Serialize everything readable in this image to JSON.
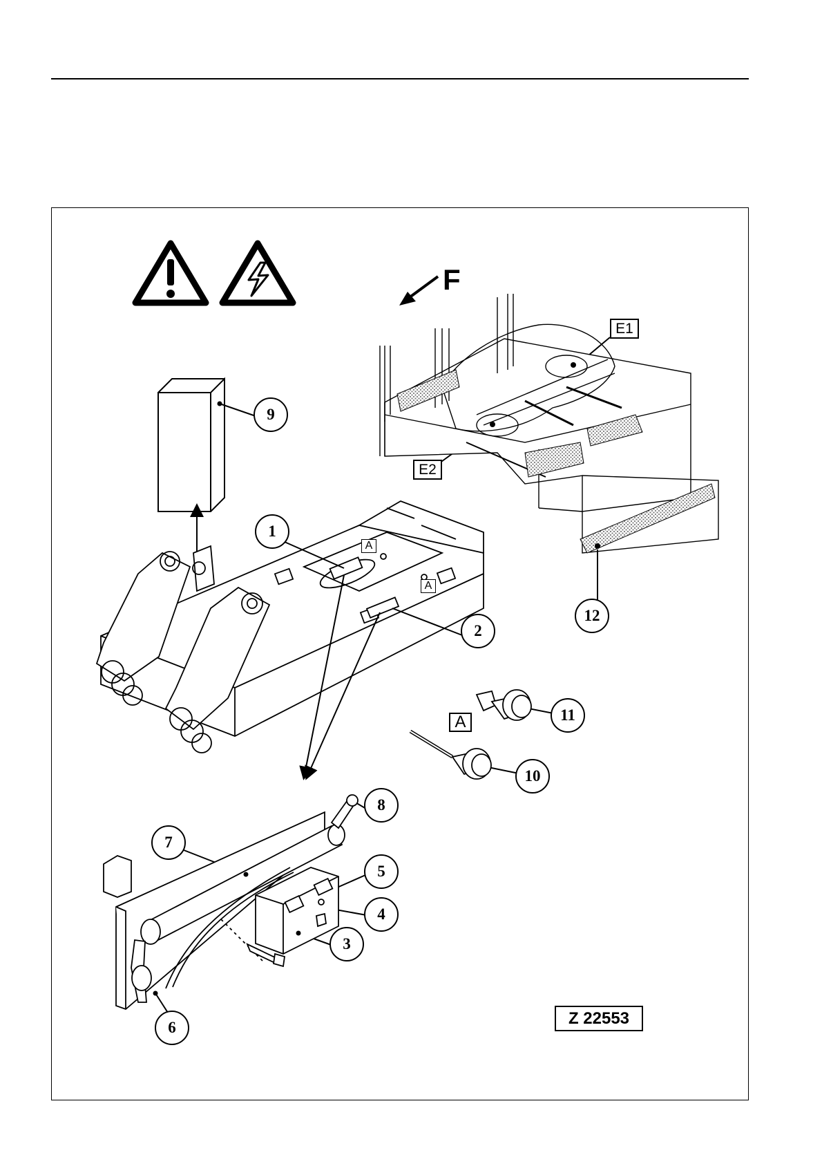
{
  "callouts": {
    "c1": "1",
    "c2": "2",
    "c3": "3",
    "c4": "4",
    "c5": "5",
    "c6": "6",
    "c7": "7",
    "c8": "8",
    "c9": "9",
    "c10": "10",
    "c11": "11",
    "c12": "12"
  },
  "box_labels": {
    "e1": "E1",
    "e2": "E2",
    "detail_a_1": "A",
    "detail_a_2": "A",
    "detail_a_view": "A"
  },
  "direction_label": "F",
  "figure_id": "Z 22553",
  "warning_icons": [
    "general-warning-icon",
    "electrical-hazard-icon"
  ],
  "colors": {
    "ink": "#000000",
    "paper": "#ffffff",
    "hatch": "#9a9a9a"
  }
}
